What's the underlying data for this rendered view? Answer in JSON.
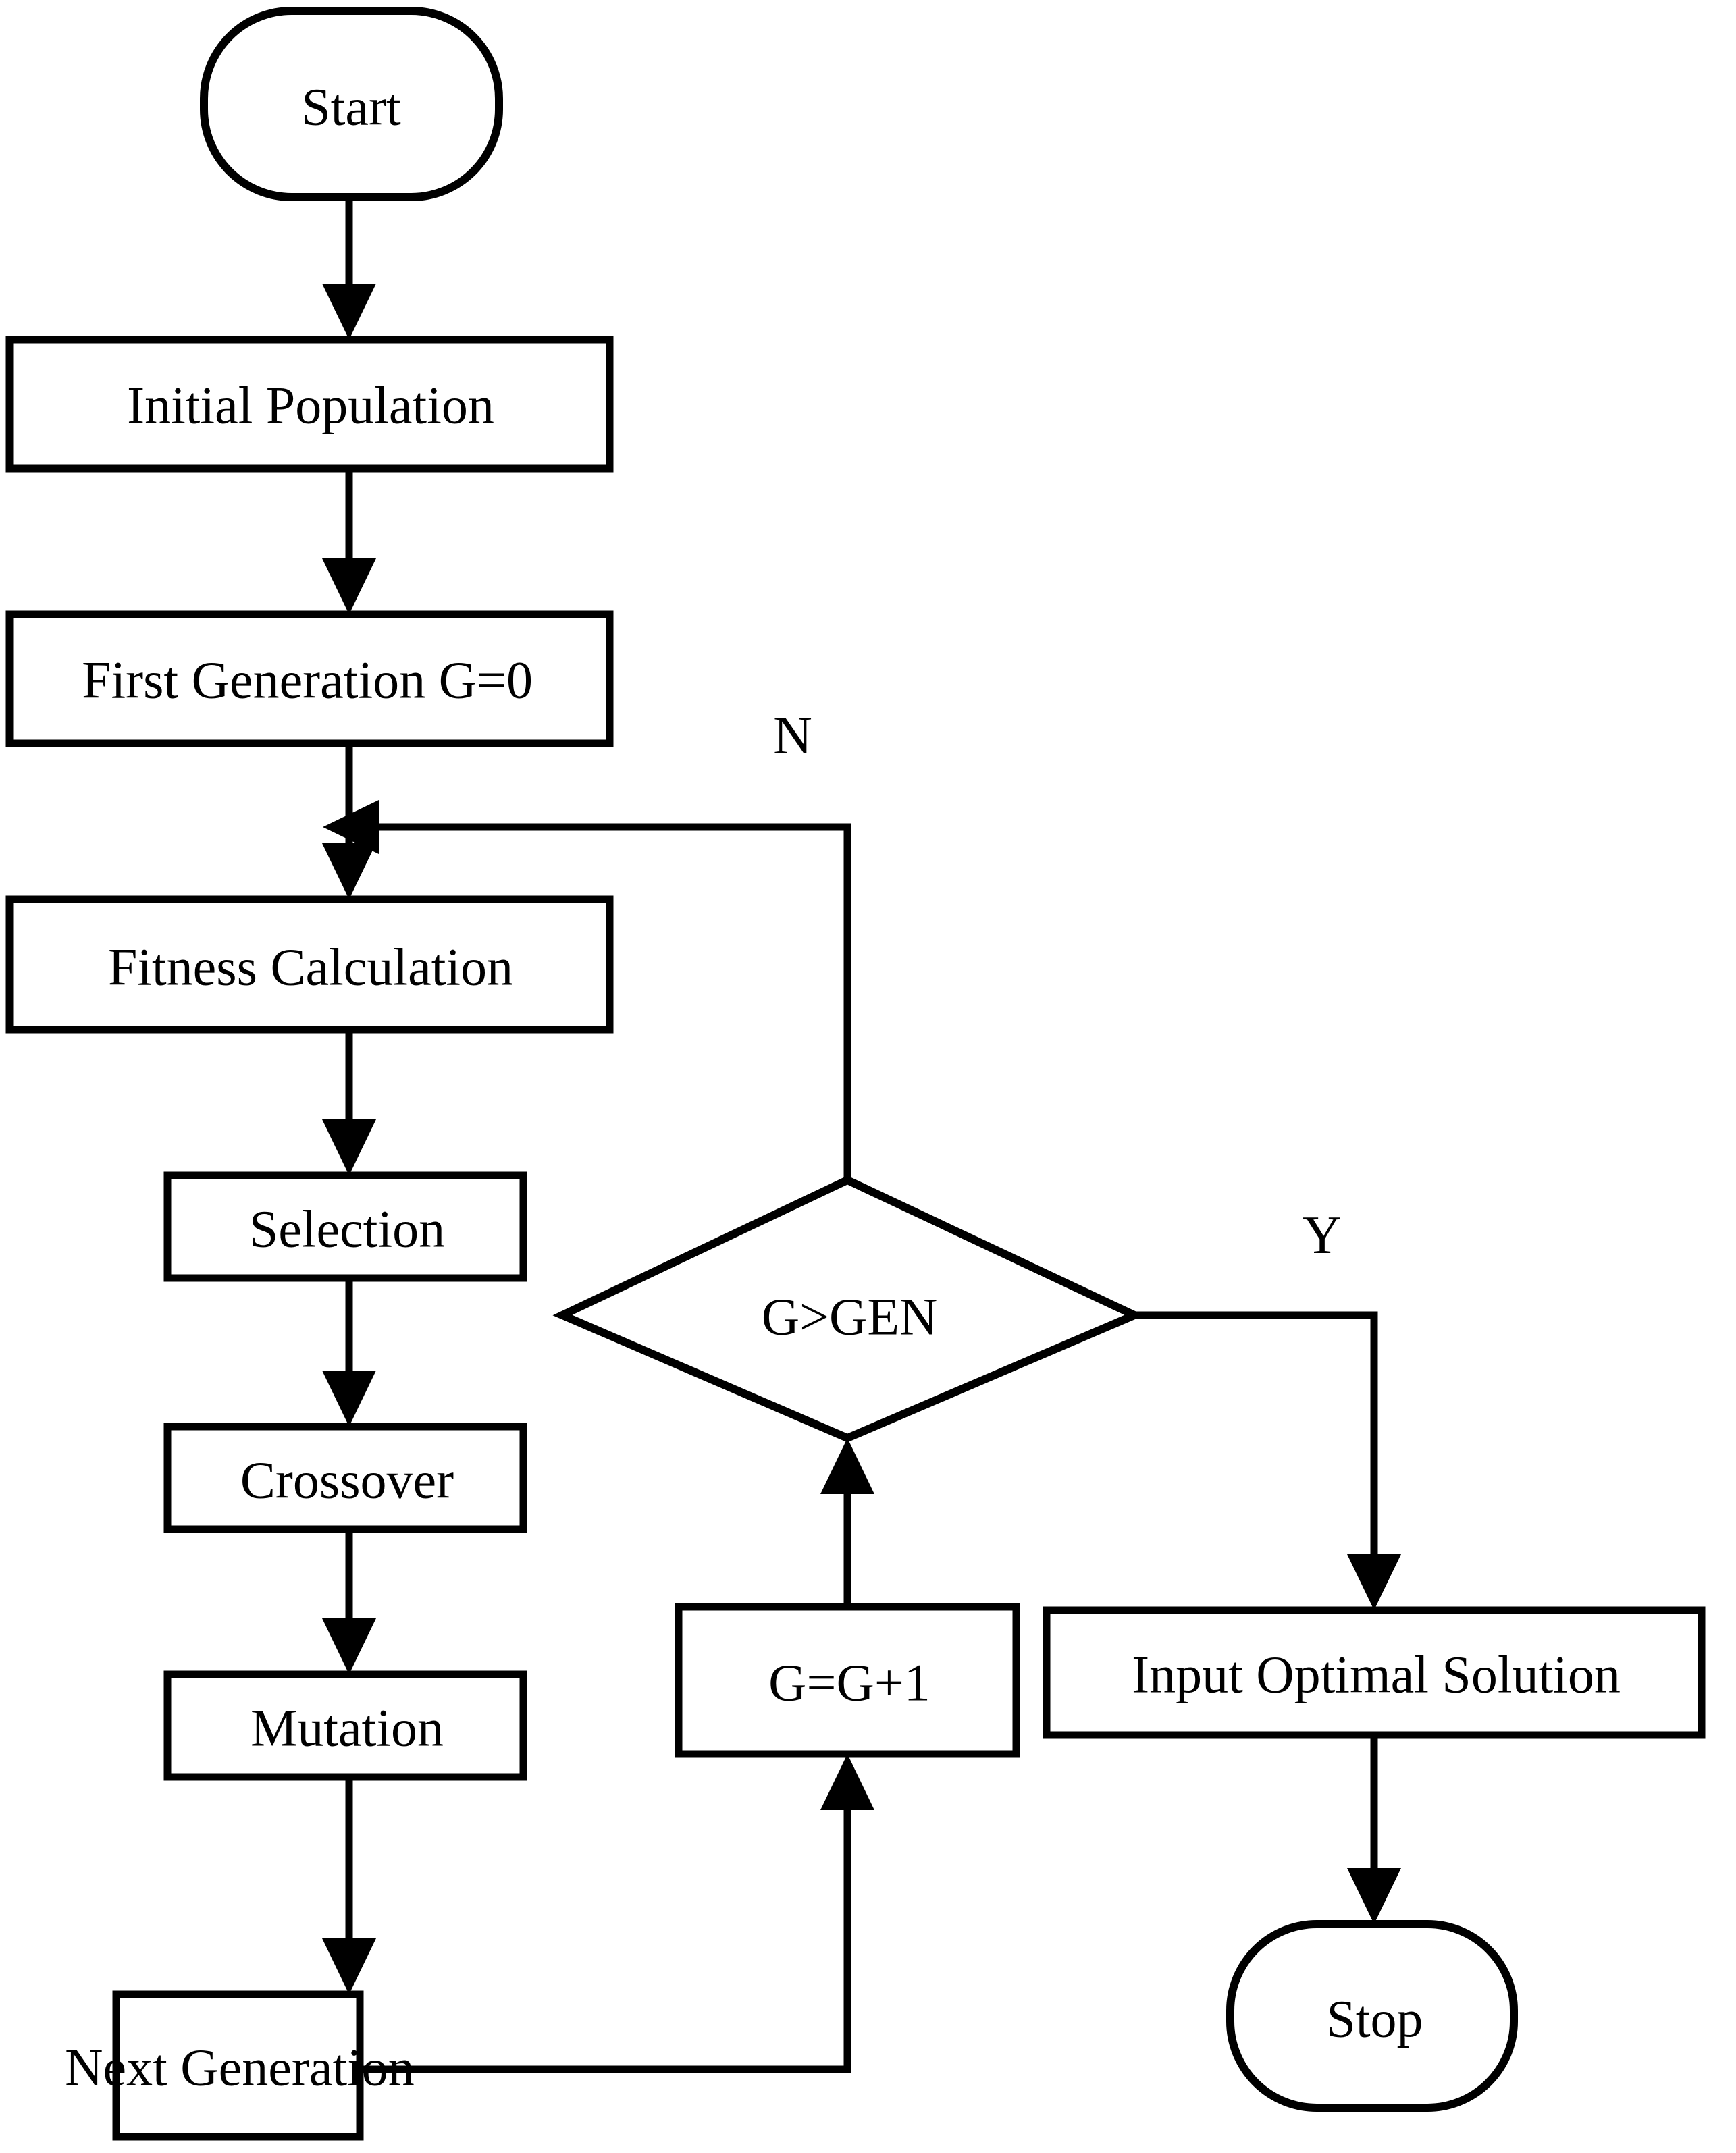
{
  "diagram": {
    "title": "Genetic Algorithm Flowchart",
    "type": "flowchart",
    "background_color": "#ffffff",
    "line_color": "#000000",
    "nodes": [
      {
        "id": "start",
        "shape": "oval",
        "label": "Start"
      },
      {
        "id": "initial_pop",
        "shape": "rectangle",
        "label": "Initial Population"
      },
      {
        "id": "first_gen",
        "shape": "rectangle",
        "label": "First Generation G=0"
      },
      {
        "id": "fitness",
        "shape": "rectangle",
        "label": "Fitness Calculation"
      },
      {
        "id": "selection",
        "shape": "rectangle",
        "label": "Selection"
      },
      {
        "id": "crossover",
        "shape": "rectangle",
        "label": "Crossover"
      },
      {
        "id": "mutation",
        "shape": "rectangle",
        "label": "Mutation"
      },
      {
        "id": "next_gen",
        "shape": "rectangle",
        "label": "Next Generation"
      },
      {
        "id": "decision",
        "shape": "diamond",
        "label": "G>GEN"
      },
      {
        "id": "increment",
        "shape": "rectangle",
        "label": "G=G+1"
      },
      {
        "id": "optimal",
        "shape": "rectangle",
        "label": "Input Optimal Solution"
      },
      {
        "id": "stop",
        "shape": "oval",
        "label": "Stop"
      }
    ],
    "branch_labels": [
      {
        "id": "branch_no",
        "label": "N"
      },
      {
        "id": "branch_yes",
        "label": "Y"
      }
    ]
  }
}
